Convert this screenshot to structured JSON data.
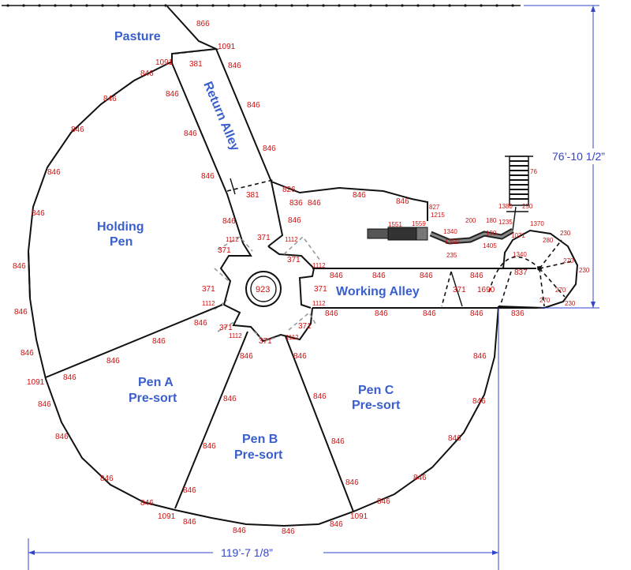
{
  "areas": {
    "pasture": "Pasture",
    "return_alley": "Return Alley",
    "holding_pen_1": "Holding",
    "holding_pen_2": "Pen",
    "working_alley": "Working Alley",
    "pen_a_1": "Pen A",
    "pen_a_2": "Pre-sort",
    "pen_b_1": "Pen B",
    "pen_b_2": "Pre-sort",
    "pen_c_1": "Pen C",
    "pen_c_2": "Pre-sort"
  },
  "dimensions": {
    "overall_width": "119’-7  1/8”",
    "overall_height": "76’-10  1/2”"
  },
  "measurements": {
    "hub_diameter": "923",
    "gate_371": "371",
    "corner_1112": "1112",
    "seg_846": "846",
    "seg_1091": "1091",
    "seg_866": "866",
    "seg_381": "381",
    "seg_826": "826",
    "seg_836": "836",
    "seg_837": "837",
    "seg_1690": "1690",
    "seg_827": "827",
    "seg_1215": "1215",
    "seg_1551": "1551",
    "seg_1559": "1559",
    "seg_1340": "1340",
    "seg_1350": "1350",
    "seg_235": "235",
    "seg_200": "200",
    "seg_180": "180",
    "seg_190": "190",
    "seg_1405": "1405",
    "seg_1235": "1235",
    "seg_1380": "1380",
    "seg_250": "250",
    "seg_1370": "1370",
    "seg_1071": "1071",
    "seg_230": "230",
    "seg_280": "280",
    "seg_270": "270",
    "seg_76": "76"
  }
}
